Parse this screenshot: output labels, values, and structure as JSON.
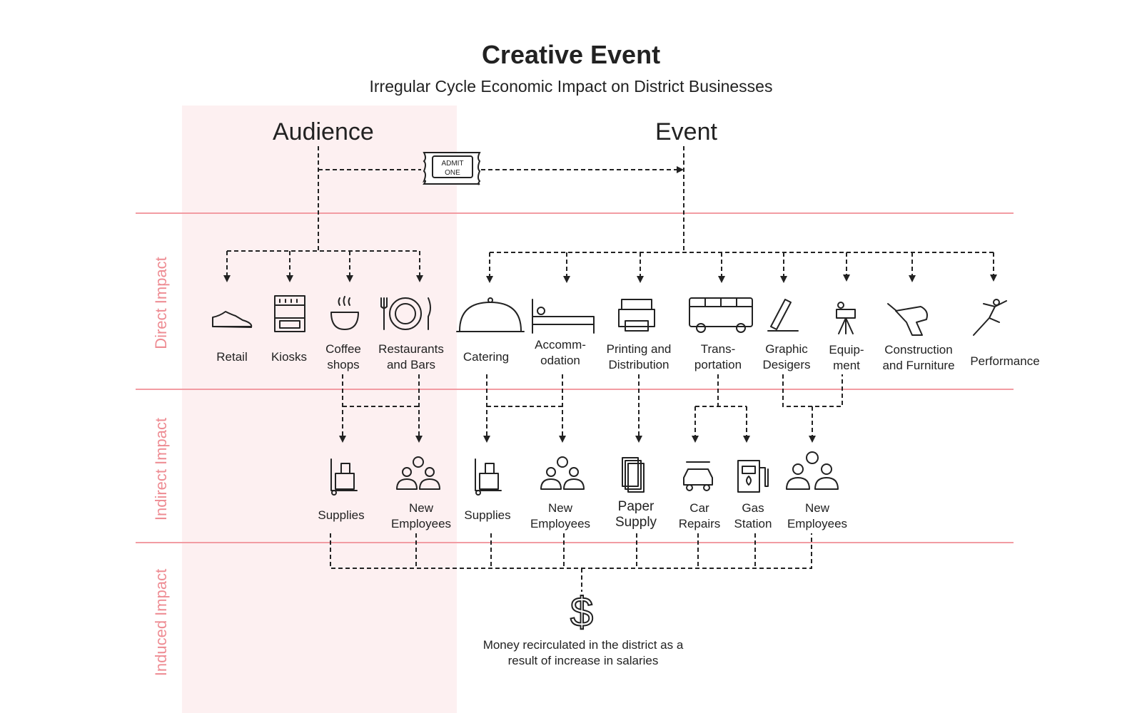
{
  "header": {
    "title": "Creative Event",
    "subtitle": "Irregular Cycle Economic Impact on District Businesses"
  },
  "columns": {
    "audience": "Audience",
    "event": "Event"
  },
  "ticket": {
    "line1": "ADMIT",
    "line2": "ONE"
  },
  "rows": {
    "direct": "Direct Impact",
    "indirect": "Indirect Impact",
    "induced": "Induced Impact"
  },
  "direct": {
    "retail": "Retail",
    "kiosks": "Kiosks",
    "coffee_1": "Coffee",
    "coffee_2": "shops",
    "restaurants_1": "Restaurants",
    "restaurants_2": "and Bars",
    "catering": "Catering",
    "accommodation_1": "Accomm-",
    "accommodation_2": "odation",
    "printing_1": "Printing and",
    "printing_2": "Distribution",
    "transportation_1": "Trans-",
    "transportation_2": "portation",
    "graphic_1": "Graphic",
    "graphic_2": "Desigers",
    "equipment_1": "Equip-",
    "equipment_2": "ment",
    "construction_1": "Construction",
    "construction_2": "and Furniture",
    "performance": "Performance"
  },
  "indirect": {
    "supplies_a": "Supplies",
    "employees_a_1": "New",
    "employees_a_2": "Employees",
    "supplies_b": "Supplies",
    "employees_b_1": "New",
    "employees_b_2": "Employees",
    "paper_1": "Paper",
    "paper_2": "Supply",
    "car_1": "Car",
    "car_2": "Repairs",
    "gas_1": "Gas",
    "gas_2": "Station",
    "employees_c_1": "New",
    "employees_c_2": "Employees"
  },
  "induced": {
    "symbol": "$",
    "line1": "Money recirculated in the district as a",
    "line2": "result of increase in salaries"
  },
  "colors": {
    "accent_line": "#f29ca3",
    "row_label": "#ee8c93",
    "audience_zone": "#fdf0f1",
    "ink": "#222222"
  }
}
